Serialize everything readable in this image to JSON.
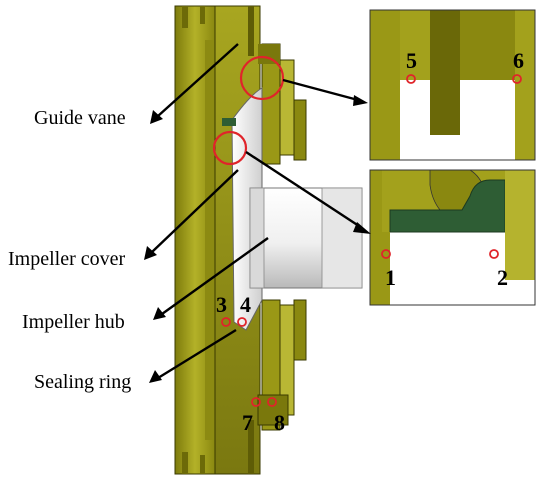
{
  "labels": {
    "guide_vane": "Guide vane",
    "impeller_cover": "Impeller cover",
    "impeller_hub": "Impeller hub",
    "sealing_ring": "Sealing ring"
  },
  "points": [
    "1",
    "2",
    "3",
    "4",
    "5",
    "6",
    "7",
    "8"
  ],
  "colors": {
    "olive": "#9c9a16",
    "olive_dark": "#6f6d08",
    "olive_light": "#c9c74a",
    "green_seal": "#2e5d34",
    "marker_red": "#e0242a",
    "hub_white": "#f2f2f2"
  }
}
